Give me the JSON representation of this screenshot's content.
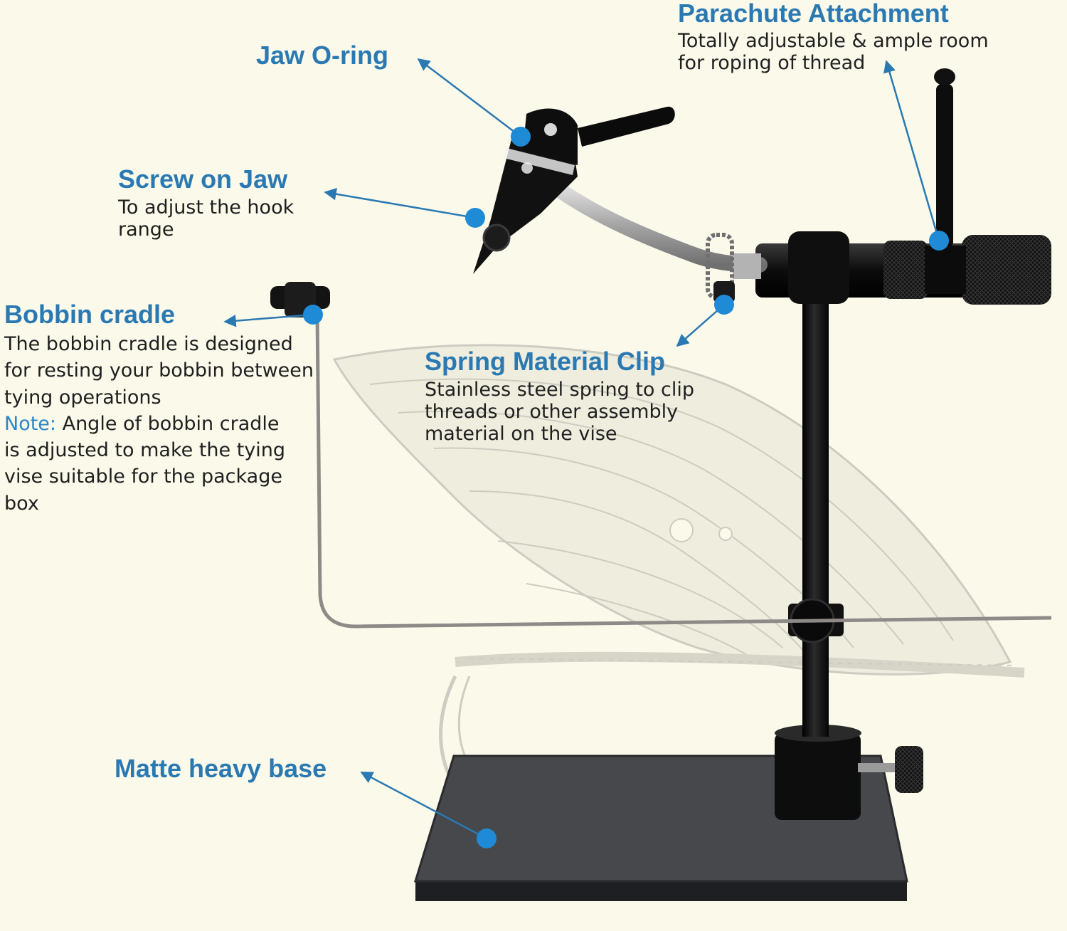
{
  "callouts": {
    "jaw_oring": {
      "title": "Jaw O-ring"
    },
    "parachute": {
      "title": "Parachute Attachment",
      "lines": [
        "Totally adjustable & ample room",
        "for roping of thread"
      ]
    },
    "screw_jaw": {
      "title": "Screw on Jaw",
      "lines": [
        "To adjust the hook",
        "range"
      ]
    },
    "bobbin": {
      "title": "Bobbin cradle",
      "lines": [
        "The bobbin cradle is designed",
        "for resting your bobbin between",
        "tying operations"
      ],
      "note_label": "Note:",
      "note_lines": [
        " Angle of bobbin cradle",
        "is adjusted to make the tying",
        "vise suitable for the package",
        "box"
      ]
    },
    "spring_clip": {
      "title": "Spring Material Clip",
      "lines": [
        "Stainless steel spring to clip",
        "threads or other assembly",
        "material on the vise"
      ]
    },
    "base": {
      "title": "Matte heavy base"
    }
  },
  "colors": {
    "background": "#fbf9ea",
    "title_blue": "#2a79b2",
    "marker_blue": "#1f8ad6",
    "note_blue": "#2a86c8",
    "text": "#1f1f1f",
    "vise_black": "#141414",
    "base_gray": "#3c3e42"
  }
}
